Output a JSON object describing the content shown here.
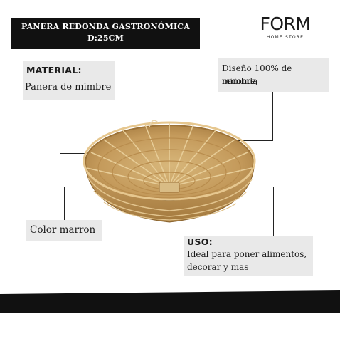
{
  "header": {
    "title_line1": "PANERA REDONDA GASTRONÓMICA",
    "title_line2": "D:25CM"
  },
  "brand": {
    "name": "FORM",
    "subtitle": "HOME STORE"
  },
  "material": {
    "heading": "MATERIAL:",
    "text": "Panera de mimbre"
  },
  "design": {
    "line1": "Diseño 100% de mimbre,",
    "line2": "redonda"
  },
  "color": {
    "text": "Color marron"
  },
  "usage": {
    "heading": "USO:",
    "line1": "Ideal para poner alimentos,",
    "line2": "decorar y mas"
  },
  "colors": {
    "title_bg": "#111111",
    "box_bg": "#e9e9e9",
    "footer": "#111111",
    "wicker": "#c9a063"
  }
}
